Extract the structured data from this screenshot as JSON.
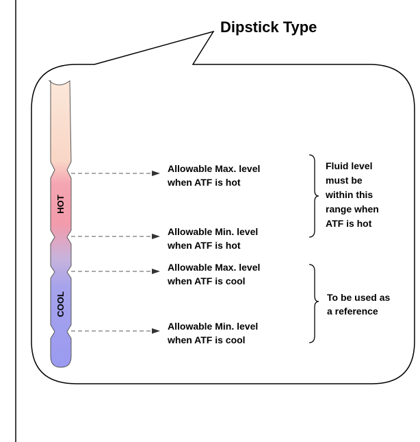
{
  "title": "Dipstick Type",
  "dipstick": {
    "hot_zone_label": "HOT",
    "cool_zone_label": "COOL",
    "colors": {
      "top": "#fbe7d9",
      "hot": "#f29bab",
      "mid": "#c7b3dc",
      "cool": "#9a9af0",
      "outline": "#555555"
    }
  },
  "level_labels": [
    {
      "id": "hot-max",
      "line1": "Allowable Max. level",
      "line2": "when ATF is hot"
    },
    {
      "id": "hot-min",
      "line1": "Allowable Min. level",
      "line2": "when ATF is hot"
    },
    {
      "id": "cool-max",
      "line1": "Allowable Max. level",
      "line2": "when ATF is cool"
    },
    {
      "id": "cool-min",
      "line1": "Allowable Min. level",
      "line2": "when ATF is cool"
    }
  ],
  "brace_notes": {
    "hot_range": [
      "Fluid level",
      "must be",
      "within this",
      "range when",
      "ATF is hot"
    ],
    "cool_range": [
      "To be used as",
      "a reference"
    ]
  }
}
